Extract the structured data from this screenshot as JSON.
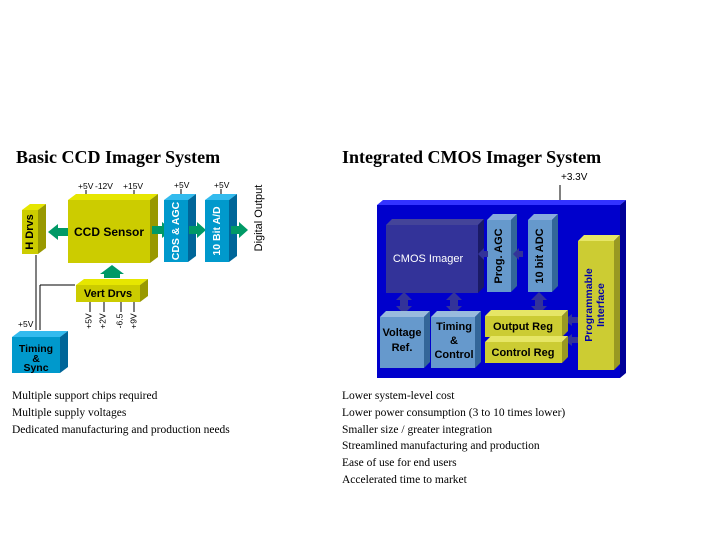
{
  "ccd": {
    "title": "Basic CCD Imager System",
    "blocks": {
      "h_drvs": "H Drvs",
      "ccd_sensor": "CCD Sensor",
      "cds_agc": "CDS & AGC",
      "ad": "10 Bit A/D",
      "vert_drvs": "Vert Drvs",
      "timing_line1": "Timing",
      "timing_line2": "&",
      "timing_line3": "Sync"
    },
    "output_label": "Digital Output",
    "supplies": {
      "sensor_a": "+5V",
      "sensor_b": "-12V",
      "sensor_c": "+15V",
      "cds": "+5V",
      "ad": "+5V",
      "timing": "+5V"
    },
    "vert_supplies": [
      "+5V",
      "+2V",
      "-6.5",
      "+9V"
    ],
    "notes": [
      "Multiple support chips required",
      "Multiple supply voltages",
      "Dedicated manufacturing and production needs"
    ]
  },
  "cmos": {
    "title": "Integrated CMOS Imager System",
    "supply": "+3.3V",
    "blocks": {
      "imager": "CMOS Imager",
      "prog_agc": "Prog. AGC",
      "adc": "10 bit ADC",
      "prog_iface_line1": "Programmable",
      "prog_iface_line2": "Interface",
      "voltage_line1": "Voltage",
      "voltage_line2": "Ref.",
      "timing_line1": "Timing",
      "timing_line2": "&",
      "timing_line3": "Control",
      "output_reg": "Output Reg",
      "control_reg": "Control Reg"
    },
    "notes": [
      "Lower system-level cost",
      "Lower power consumption (3 to 10 times lower)",
      "Smaller size / greater integration",
      "Streamlined manufacturing and production",
      "Ease of use for end users",
      "Accelerated time to market"
    ]
  },
  "colors": {
    "ccd_yellow": "#cccc00",
    "ccd_teal": "#0099cc",
    "arrow_green": "#009966",
    "cmos_blue": "#0000cc",
    "cmos_block": "#6699cc",
    "cmos_dark": "#333399",
    "cmos_yellow": "#cccc33"
  }
}
